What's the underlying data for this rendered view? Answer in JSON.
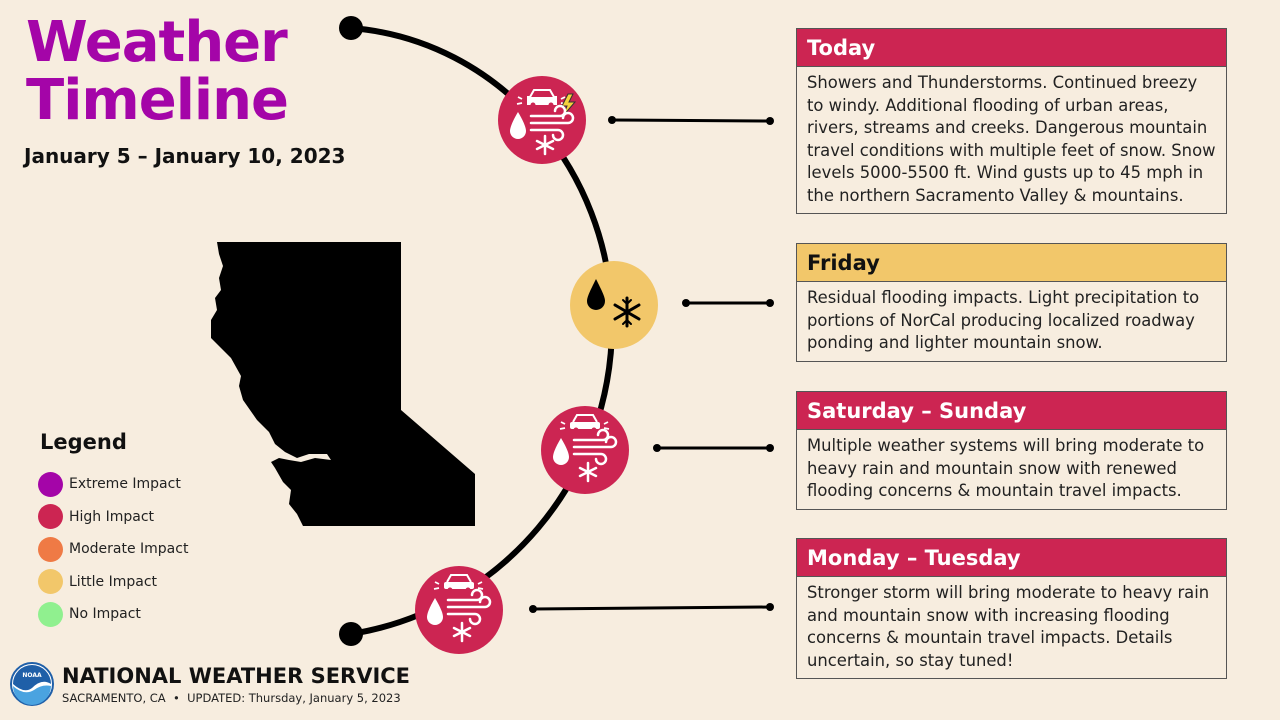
{
  "header": {
    "title_line1": "Weather",
    "title_line2": "Timeline",
    "date_range": "January 5 – January 10, 2023"
  },
  "colors": {
    "title": "#a405a8",
    "extreme": "#a405a8",
    "high": "#cc2552",
    "moderate": "#ef7a45",
    "little": "#f2c76a",
    "none": "#90f08f",
    "background": "#f7eddf"
  },
  "legend": {
    "title": "Legend",
    "items": [
      {
        "label": "Extreme Impact",
        "color": "#a405a8"
      },
      {
        "label": "High Impact",
        "color": "#cc2552"
      },
      {
        "label": "Moderate Impact",
        "color": "#ef7a45"
      },
      {
        "label": "Little Impact",
        "color": "#f2c76a"
      },
      {
        "label": "No Impact",
        "color": "#90f08f"
      }
    ]
  },
  "timeline": [
    {
      "period": "Today",
      "impact": "high",
      "icons": [
        "car-icon",
        "lightning-icon",
        "raindrop-icon",
        "wind-icon",
        "snowflake-icon"
      ],
      "text": "Showers and Thunderstorms. Continued breezy to windy. Additional flooding of urban areas, rivers, streams and creeks. Dangerous mountain travel conditions with multiple feet of snow. Snow levels 5000-5500 ft. Wind gusts up to 45 mph in the northern Sacramento Valley & mountains."
    },
    {
      "period": "Friday",
      "impact": "little",
      "icons": [
        "raindrop-icon",
        "snowflake-icon"
      ],
      "text": "Residual flooding impacts. Light precipitation to portions of NorCal producing localized roadway ponding and lighter mountain snow."
    },
    {
      "period": "Saturday – Sunday",
      "impact": "high",
      "icons": [
        "car-icon",
        "raindrop-icon",
        "wind-icon",
        "snowflake-icon"
      ],
      "text": "Multiple weather systems will bring moderate to heavy rain and mountain snow with renewed flooding concerns & mountain travel impacts."
    },
    {
      "period": "Monday – Tuesday",
      "impact": "high",
      "icons": [
        "car-icon",
        "raindrop-icon",
        "wind-icon",
        "snowflake-icon"
      ],
      "text": "Stronger storm will bring moderate to heavy rain and mountain snow with increasing flooding concerns & mountain travel impacts. Details uncertain, so stay tuned!"
    }
  ],
  "footer": {
    "org": "NATIONAL WEATHER SERVICE",
    "location": "SACRAMENTO, CA",
    "updated": "UPDATED: Thursday, January 5, 2023",
    "logo_text": "NOAA"
  }
}
